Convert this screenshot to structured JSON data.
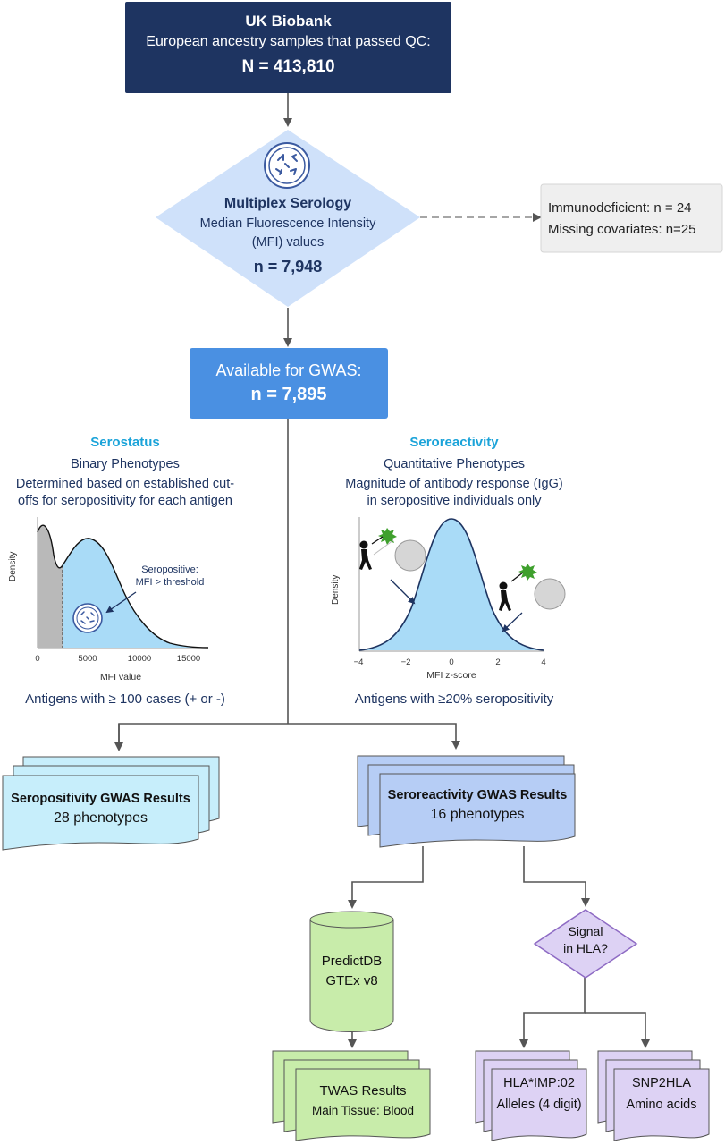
{
  "uk_biobank": {
    "title": "UK Biobank",
    "subtitle": "European ancestry samples that passed QC:",
    "count": "N = 413,810"
  },
  "serology": {
    "icon": "virus-plate-icon",
    "title": "Multiplex Serology",
    "line1": "Median Fluorescence Intensity",
    "line2": "(MFI) values",
    "count": "n = 7,948"
  },
  "exclusions": {
    "line1": "Immunodeficient:  n = 24",
    "line2": "Missing covariates: n=25"
  },
  "gwas": {
    "line1": "Available for GWAS:",
    "line2": "n = 7,895"
  },
  "serostatus": {
    "title": "Serostatus",
    "subtitle": "Binary Phenotypes",
    "desc1": "Determined based on established cut-",
    "desc2": "offs for seropositivity for each antigen",
    "footer": "Antigens with ≥ 100 cases (+ or -)",
    "plot": {
      "ylabel": "Density",
      "xlabel": "MFI value",
      "ticks": [
        "0",
        "5000",
        "10000",
        "15000"
      ],
      "annot1": "Seropositive:",
      "annot2": "MFI > threshold"
    }
  },
  "seroreactivity": {
    "title": "Seroreactivity",
    "subtitle": "Quantitative Phenotypes",
    "desc1": "Magnitude of antibody response (IgG)",
    "desc2": "in seropositive individuals only",
    "footer": "Antigens with ≥20% seropositivity",
    "plot": {
      "ylabel": "Density",
      "xlabel": "MFI z-score",
      "ticks": [
        "−4",
        "−2",
        "0",
        "2",
        "4"
      ]
    }
  },
  "seropos_results": {
    "title": "Seropositivity GWAS Results",
    "sub": "28 phenotypes"
  },
  "serore_results": {
    "title": "Seroreactivity GWAS Results",
    "sub": "16 phenotypes"
  },
  "predictdb": {
    "title": "PredictDB",
    "sub": "GTEx v8"
  },
  "hla_signal": {
    "line1": "Signal",
    "line2": "in HLA?"
  },
  "twas": {
    "title": "TWAS Results",
    "sub": "Main Tissue: Blood"
  },
  "hlaimp": {
    "title": "HLA*IMP:02",
    "sub": "Alleles (4 digit)"
  },
  "snp2hla": {
    "title": "SNP2HLA",
    "sub": "Amino acids"
  },
  "colors": {
    "navy": "#1e3461",
    "accent_blue": "#1aa3d9",
    "gwas_blue": "#4a90e2",
    "diamond": "#cfe1fa",
    "light_cyan": "#c7eefb",
    "light_blue": "#b6cdf5",
    "green": "#c8ecaa",
    "lavender": "#ddd2f4",
    "plot_fill": "#a9dbf7",
    "grey_fill": "#b9b9b9"
  }
}
